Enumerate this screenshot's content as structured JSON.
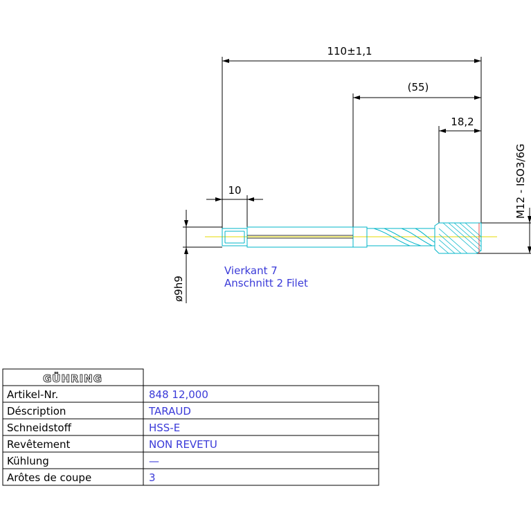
{
  "dimensions": {
    "overall_length": "110±1,1",
    "thread_length": "(55)",
    "chamfer_length": "18,2",
    "square_length": "10",
    "thread_spec": "M12 - ISO3/6G",
    "shank_diameter": "ø9h9"
  },
  "notes": {
    "square": "Vierkant 7",
    "chamfer": "Anschnitt 2 Filet"
  },
  "title_block": {
    "brand": "GÜHRING",
    "rows": [
      {
        "label": "Artikel-Nr.",
        "value": "848 12,000"
      },
      {
        "label": "Déscription",
        "value": "TARAUD"
      },
      {
        "label": "Schneidstoff",
        "value": "HSS-E"
      },
      {
        "label": "Revêtement",
        "value": "NON REVETU"
      },
      {
        "label": "Kühlung",
        "value": "—"
      },
      {
        "label": "Arôtes de coupe",
        "value": "3"
      }
    ]
  },
  "colors": {
    "dimension": "#000000",
    "tool_outline": "#00b4c8",
    "center_line": "#e6d800",
    "note": "#3a3ad8",
    "hatch_edge": "#e02020"
  }
}
